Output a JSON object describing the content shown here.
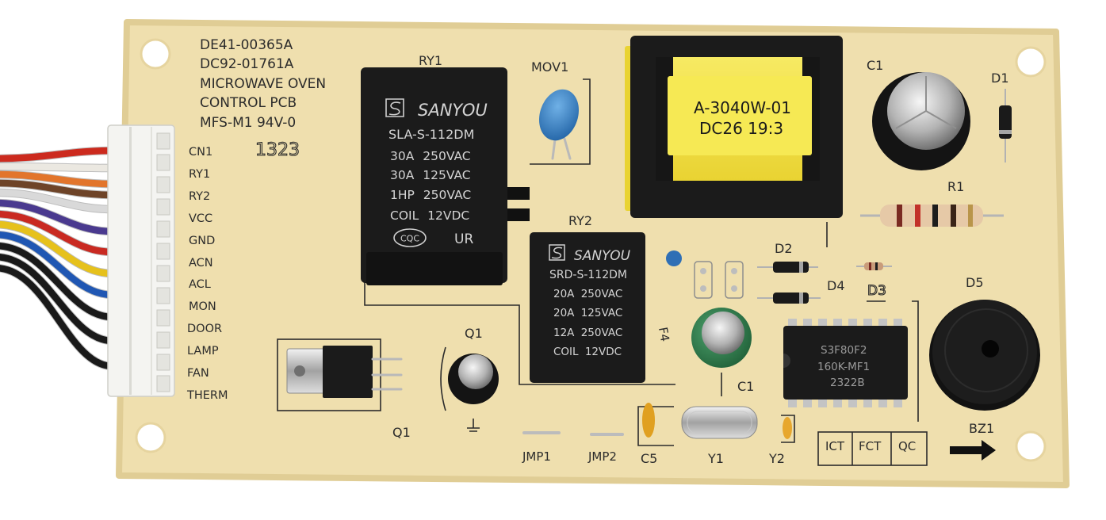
{
  "board": {
    "part_number_1": "DE41-00365A",
    "part_number_2": "DC92-01761A",
    "title_line_1": "MICROWAVE OVEN",
    "title_line_2": "CONTROL PCB",
    "material": "MFS-M1 94V-0",
    "date_code": "1323"
  },
  "connector": {
    "ref": "CN1",
    "pins": [
      "RY1",
      "RY2",
      "VCC",
      "GND",
      "ACN",
      "ACL",
      "MON",
      "DOOR",
      "LAMP",
      "FAN",
      "THERM"
    ]
  },
  "relay_1": {
    "ref": "RY1",
    "brand": "SANYOU",
    "model": "SLA-S-112DM",
    "ratings": [
      "30A 250VAC",
      "30A 125VAC",
      "1HP 250VAC",
      "COIL 12VDC"
    ],
    "cert_mark": "CQC",
    "ul_mark": "UR"
  },
  "relay_2": {
    "ref": "RY2",
    "brand": "SANYOU",
    "model": "SRD-S-112DM",
    "ratings": [
      "20A 250VAC",
      "20A 125VAC",
      "12A 250VAC",
      "COIL 12VDC"
    ]
  },
  "varistor": {
    "ref": "MOV1"
  },
  "transformer": {
    "label_1": "A-3040W-01",
    "label_2": "DC26 19:3"
  },
  "capacitors": {
    "c1_top": "C1",
    "c1_mid": "C1",
    "c5": "C5"
  },
  "diodes": {
    "d1": "D1",
    "d2": "D2",
    "d3": "D3",
    "d4": "D4",
    "d5": "D5"
  },
  "resistor": {
    "ref": "R1"
  },
  "transistors": {
    "q1_cap": "Q1",
    "q1_reg": "Q1"
  },
  "jumpers": [
    "JMP1",
    "JMP2"
  ],
  "crystals": {
    "y1": "Y1",
    "y2": "Y2"
  },
  "misc_refs": {
    "f4": "F4"
  },
  "ic": {
    "line_1": "S3F80F2",
    "line_2": "160K-MF1",
    "line_3": "2322B"
  },
  "buzzer": {
    "ref": "BZ1"
  },
  "test_boxes": [
    "ICT",
    "FCT",
    "QC"
  ],
  "colors": {
    "board": "#efdfae",
    "silkscreen": "#2b2b2b",
    "component_black": "#1b1b1b",
    "component_print": "#d4d4d4",
    "transformer_tape": "#f2e043",
    "wires": [
      "#cc2a1e",
      "#ebe8e1",
      "#e2752c",
      "#6e4428",
      "#d9d9d9",
      "#4a3a8f",
      "#c92a22",
      "#e6c11c",
      "#2057b3",
      "#1a1a1a",
      "#1a1a1a",
      "#1a1a1a"
    ]
  }
}
